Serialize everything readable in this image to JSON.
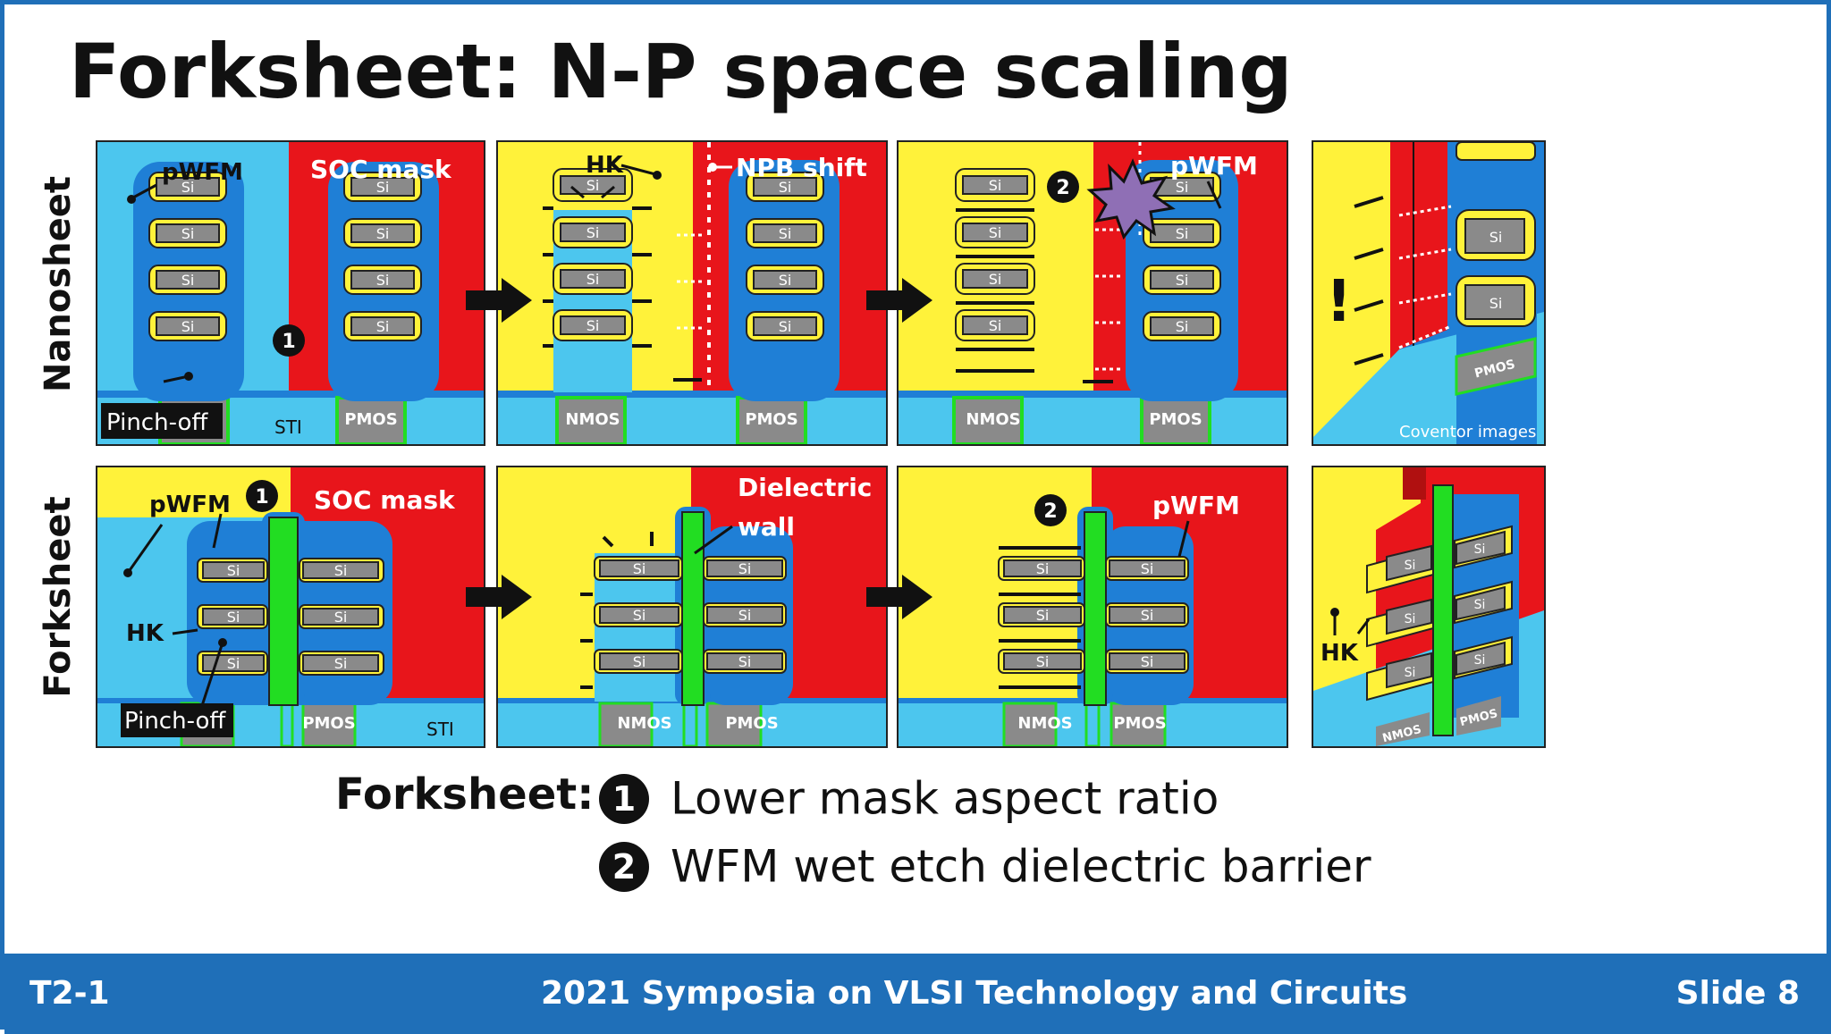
{
  "slide": {
    "title": "Forksheet: N-P space scaling",
    "row_labels": {
      "top": "Nanosheet",
      "bottom": "Forksheet"
    }
  },
  "labels": {
    "pwfm": "pWFM",
    "soc_mask": "SOC mask",
    "si": "Si",
    "pinch_off": "Pinch-off",
    "sti": "STI",
    "pmos": "PMOS",
    "nmos": "NMOS",
    "hk": "HK",
    "npb_shift": "NPB shift",
    "dielectric": "Dielectric",
    "wall": "wall",
    "coventor": "Coventor images",
    "exclaim": "!",
    "one": "1",
    "two": "2"
  },
  "legend": {
    "heading": "Forksheet:",
    "items": [
      {
        "num": "1",
        "text": "Lower mask aspect ratio"
      },
      {
        "num": "2",
        "text": "WFM wet etch dielectric barrier"
      }
    ]
  },
  "footer": {
    "left": "T2-1",
    "center": "2021 Symposia on VLSI Technology and Circuits",
    "right": "Slide 8"
  },
  "colors": {
    "cyan": "#4cc6ee",
    "red": "#e8151b",
    "yellow": "#fff23a",
    "green": "#22dd22",
    "blue_liner": "#1f7fd6",
    "gray": "#8a8a8a",
    "footer_blue": "#1f6fb8"
  }
}
